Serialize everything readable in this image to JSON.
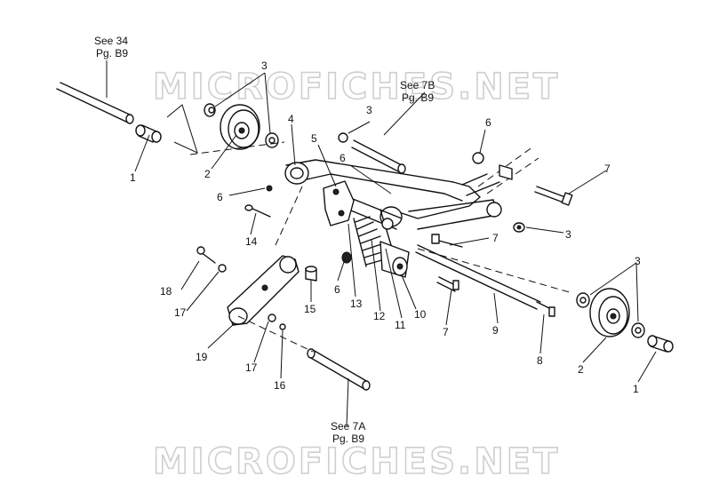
{
  "watermark": {
    "top": "MICROFICHES.NET",
    "bottom": "MICROFICHES.NET"
  },
  "references": {
    "see34": {
      "line1": "See 34",
      "line2": "Pg. B9"
    },
    "see7b": {
      "line1": "See 7B",
      "line2": "Pg. B9"
    },
    "see7a": {
      "line1": "See 7A",
      "line2": "Pg. B9"
    }
  },
  "callouts": {
    "c1a": "1",
    "c1b": "1",
    "c2a": "2",
    "c2b": "2",
    "c3a": "3",
    "c3b": "3",
    "c3c": "3",
    "c3d": "3",
    "c4": "4",
    "c5": "5",
    "c6a": "6",
    "c6b": "6",
    "c6c": "6",
    "c6d": "6",
    "c7a": "7",
    "c7b": "7",
    "c7c": "7",
    "c8": "8",
    "c9": "9",
    "c10": "10",
    "c11": "11",
    "c12": "12",
    "c13": "13",
    "c14": "14",
    "c15": "15",
    "c16": "16",
    "c17a": "17",
    "c17b": "17",
    "c18": "18",
    "c19": "19"
  }
}
